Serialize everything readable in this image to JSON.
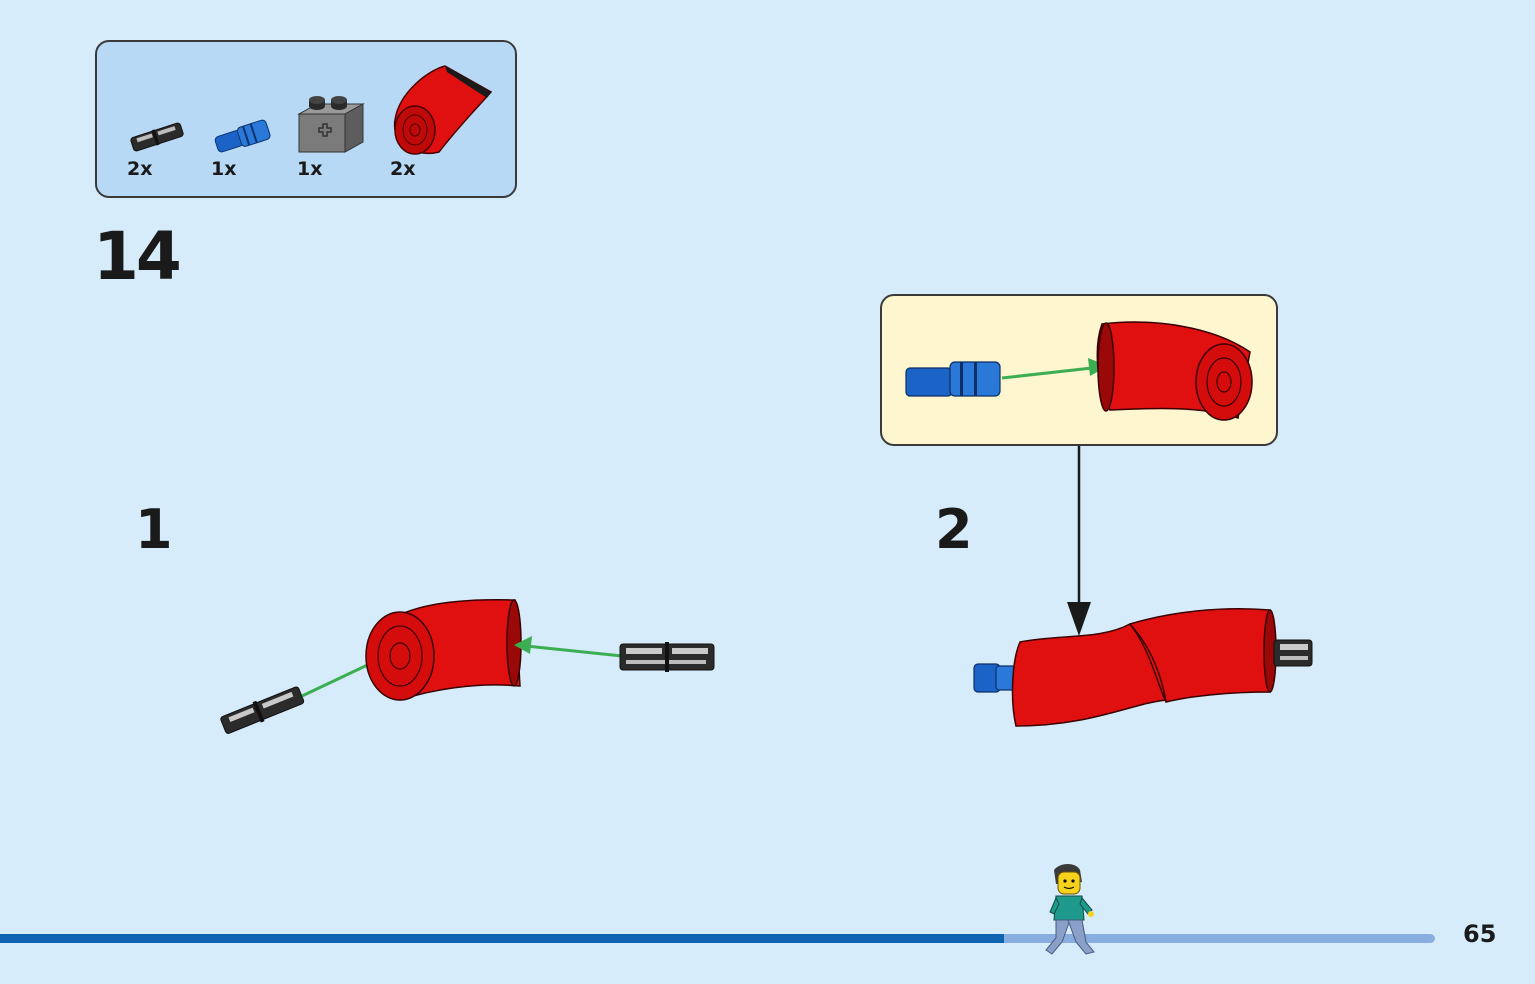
{
  "parts_list": {
    "items": [
      {
        "part": "black-axle-pin",
        "qty": "2x"
      },
      {
        "part": "blue-axle-pin",
        "qty": "1x"
      },
      {
        "part": "dark-grey-brick-with-axle-hole",
        "qty": "1x"
      },
      {
        "part": "red-curved-tube",
        "qty": "2x"
      }
    ]
  },
  "step": {
    "number": "14"
  },
  "sub_steps": [
    {
      "number": "1"
    },
    {
      "number": "2"
    }
  ],
  "progress": {
    "fraction": 0.7
  },
  "page": {
    "number": "65"
  },
  "colors": {
    "background": "#d6ecfb",
    "parts_box": "#b7d9f6",
    "callout": "#fdf6cf",
    "red": "#e01010",
    "blue": "#1b63c6",
    "arrow": "#3cae52",
    "progress": "#0e64b1"
  }
}
